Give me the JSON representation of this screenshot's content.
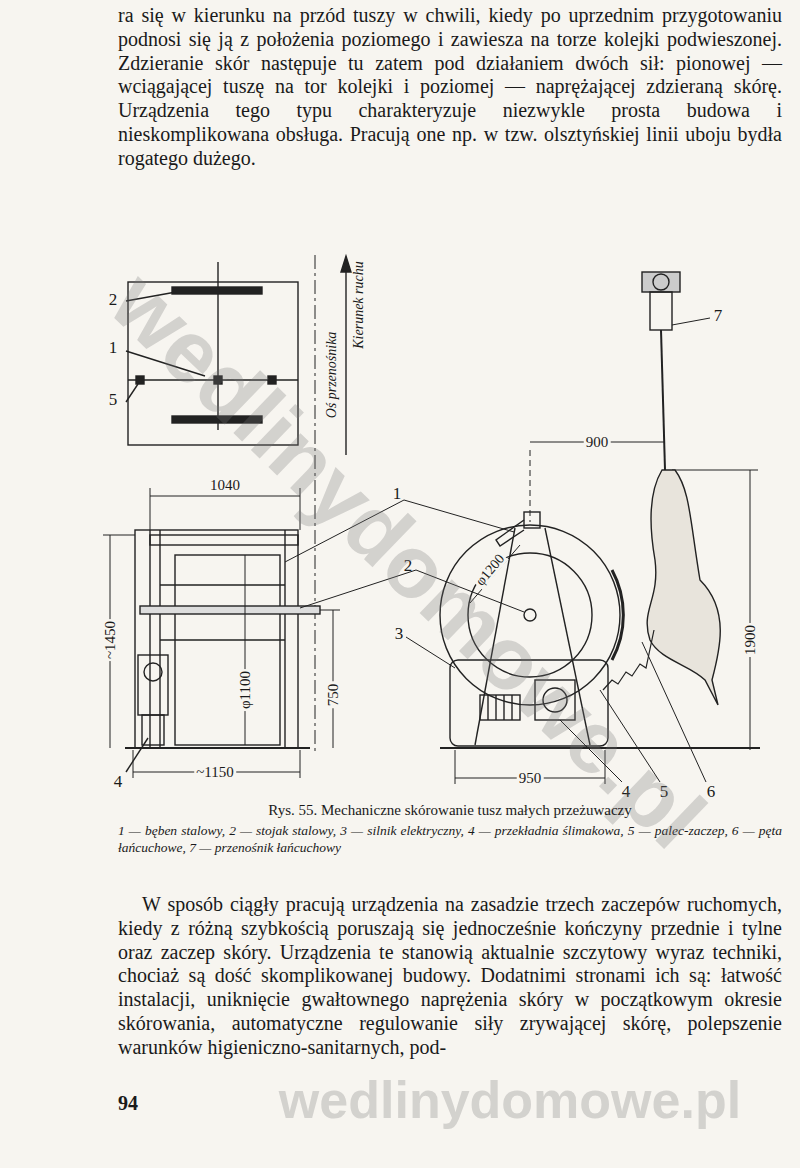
{
  "diagram": {
    "caption": "Rys. 55. Mechaniczne skórowanie tusz małych przeżuwaczy",
    "labels": [
      "ra się w kierunku na przód tuszy w chwili, kiedy po uprzednim przygotowaniu podnosi się ją z położenia poziomego i zawiesza na torze kolejki podwieszonej. Zdzieranie skór następuje tu zatem pod działaniem dwóch sił: pionowej — wciągającej tuszę na tor kolejki i poziomej — naprężającej zdzieraną skórę. Urządzenia tego typu charakteryzuje niezwykle prosta budowa i nieskomplikowana obsługa. Pracują one np. w tzw. olsztyńskiej linii uboju bydła rogatego dużego.",
      "2",
      "1",
      "5",
      "Oś przenośnika",
      "Kierunek ruchu",
      "7",
      "900",
      "1040",
      "1",
      "2",
      "~1450",
      "φ1100",
      "750",
      "1900",
      "φ1200",
      "3",
      "4",
      "~1150",
      "950",
      "4",
      "5",
      "6",
      "1 — bęben stalowy, 2 — stojak stalowy, 3 — silnik elektryczny, 4 — przekładnia ślimakowa, 5 — palec-zaczep, 6 — pęta łańcuchowe, 7 — przenośnik łańcuchowy",
      "W sposób ciągły pracują urządzenia na zasadzie trzech zaczepów ruchomych, kiedy z różną szybkością poruszają się jednocześnie kończyny przednie i tylne oraz zaczep skóry. Urządzenia te stanowią aktualnie szczytowy wyraz techniki, chociaż są dość skomplikowanej budowy. Dodatnimi stronami ich są: łatwość instalacji, uniknięcie gwałtownego naprężenia skóry w początkowym okresie skórowania, automatyczne regulowanie siły zrywającej skórę, polepszenie warunków higieniczno-sanitarnych, pod-",
      "94",
      "wedlinydomowe.pl",
      "wedlinydomowe.pl"
    ]
  }
}
